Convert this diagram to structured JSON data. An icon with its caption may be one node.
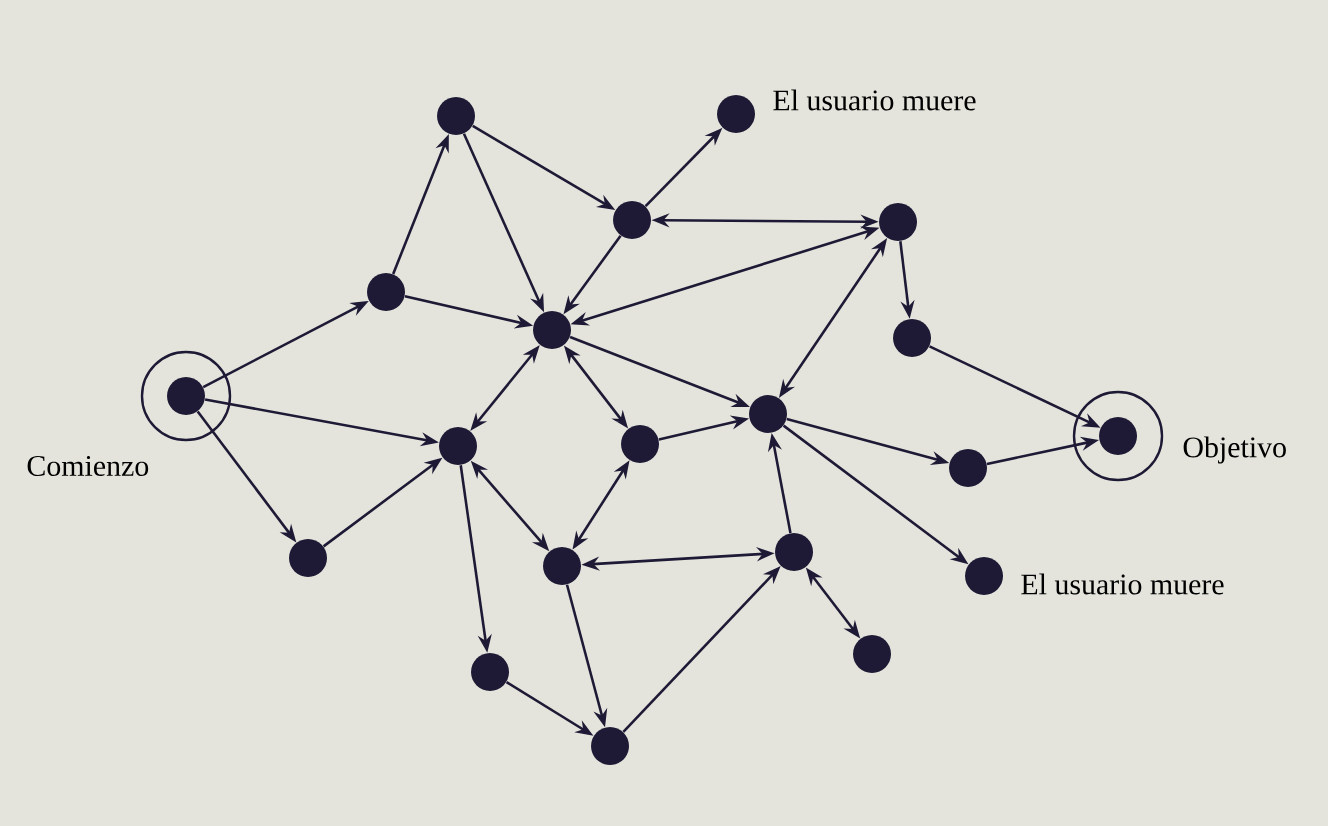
{
  "diagram": {
    "nodes": [
      {
        "text": [],
        "shape": "circle",
        "beside": [
          "Comienzo"
        ]
      },
      {
        "text": [],
        "shape": "circle"
      },
      {
        "text": [],
        "shape": "circle"
      },
      {
        "text": [],
        "shape": "circle"
      },
      {
        "text": [],
        "shape": "circle"
      },
      {
        "text": [],
        "shape": "circle",
        "beside": [
          "El usuario muere"
        ]
      },
      {
        "text": [],
        "shape": "circle"
      },
      {
        "text": [],
        "shape": "circle"
      },
      {
        "text": [],
        "shape": "circle",
        "beside": [
          "Objetivo"
        ]
      },
      {
        "text": [],
        "shape": "circle"
      },
      {
        "text": [],
        "shape": "circle"
      },
      {
        "text": [],
        "shape": "circle"
      },
      {
        "text": [],
        "shape": "circle"
      },
      {
        "text": [],
        "shape": "circle",
        "beside": [
          "El usuario muere"
        ]
      },
      {
        "text": [],
        "shape": "circle"
      },
      {
        "text": [],
        "shape": "circle"
      },
      {
        "text": [],
        "shape": "circle"
      },
      {
        "text": [],
        "shape": "circle"
      },
      {
        "text": [],
        "shape": "circle"
      },
      {
        "text": [],
        "shape": "circle"
      }
    ],
    "edges": [
      {
        "from": 0,
        "to": 1,
        "arrow": "to"
      },
      {
        "from": 0,
        "to": 9,
        "arrow": "to"
      },
      {
        "from": 0,
        "to": 14,
        "arrow": "to"
      },
      {
        "from": 1,
        "to": 2,
        "arrow": "to"
      },
      {
        "from": 1,
        "to": 3,
        "arrow": "to"
      },
      {
        "from": 2,
        "to": 4,
        "arrow": "to"
      },
      {
        "from": 2,
        "to": 3,
        "arrow": "to"
      },
      {
        "from": 4,
        "to": 5,
        "arrow": "to"
      },
      {
        "from": 4,
        "to": 6,
        "arrow": "both"
      },
      {
        "from": 4,
        "to": 3,
        "arrow": "to"
      },
      {
        "from": 3,
        "to": 6,
        "arrow": "both"
      },
      {
        "from": 6,
        "to": 7,
        "arrow": "to"
      },
      {
        "from": 7,
        "to": 8,
        "arrow": "to"
      },
      {
        "from": 6,
        "to": 11,
        "arrow": "both"
      },
      {
        "from": 3,
        "to": 11,
        "arrow": "to"
      },
      {
        "from": 3,
        "to": 10,
        "arrow": "both"
      },
      {
        "from": 3,
        "to": 9,
        "arrow": "both"
      },
      {
        "from": 14,
        "to": 9,
        "arrow": "to"
      },
      {
        "from": 9,
        "to": 15,
        "arrow": "both"
      },
      {
        "from": 9,
        "to": 18,
        "arrow": "to"
      },
      {
        "from": 10,
        "to": 11,
        "arrow": "to"
      },
      {
        "from": 10,
        "to": 15,
        "arrow": "both"
      },
      {
        "from": 11,
        "to": 12,
        "arrow": "to"
      },
      {
        "from": 11,
        "to": 13,
        "arrow": "to"
      },
      {
        "from": 12,
        "to": 8,
        "arrow": "to"
      },
      {
        "from": 16,
        "to": 11,
        "arrow": "to"
      },
      {
        "from": 16,
        "to": 15,
        "arrow": "both"
      },
      {
        "from": 16,
        "to": 17,
        "arrow": "both"
      },
      {
        "from": 15,
        "to": 19,
        "arrow": "to"
      },
      {
        "from": 18,
        "to": 19,
        "arrow": "to"
      },
      {
        "from": 19,
        "to": 16,
        "arrow": "to"
      }
    ]
  }
}
